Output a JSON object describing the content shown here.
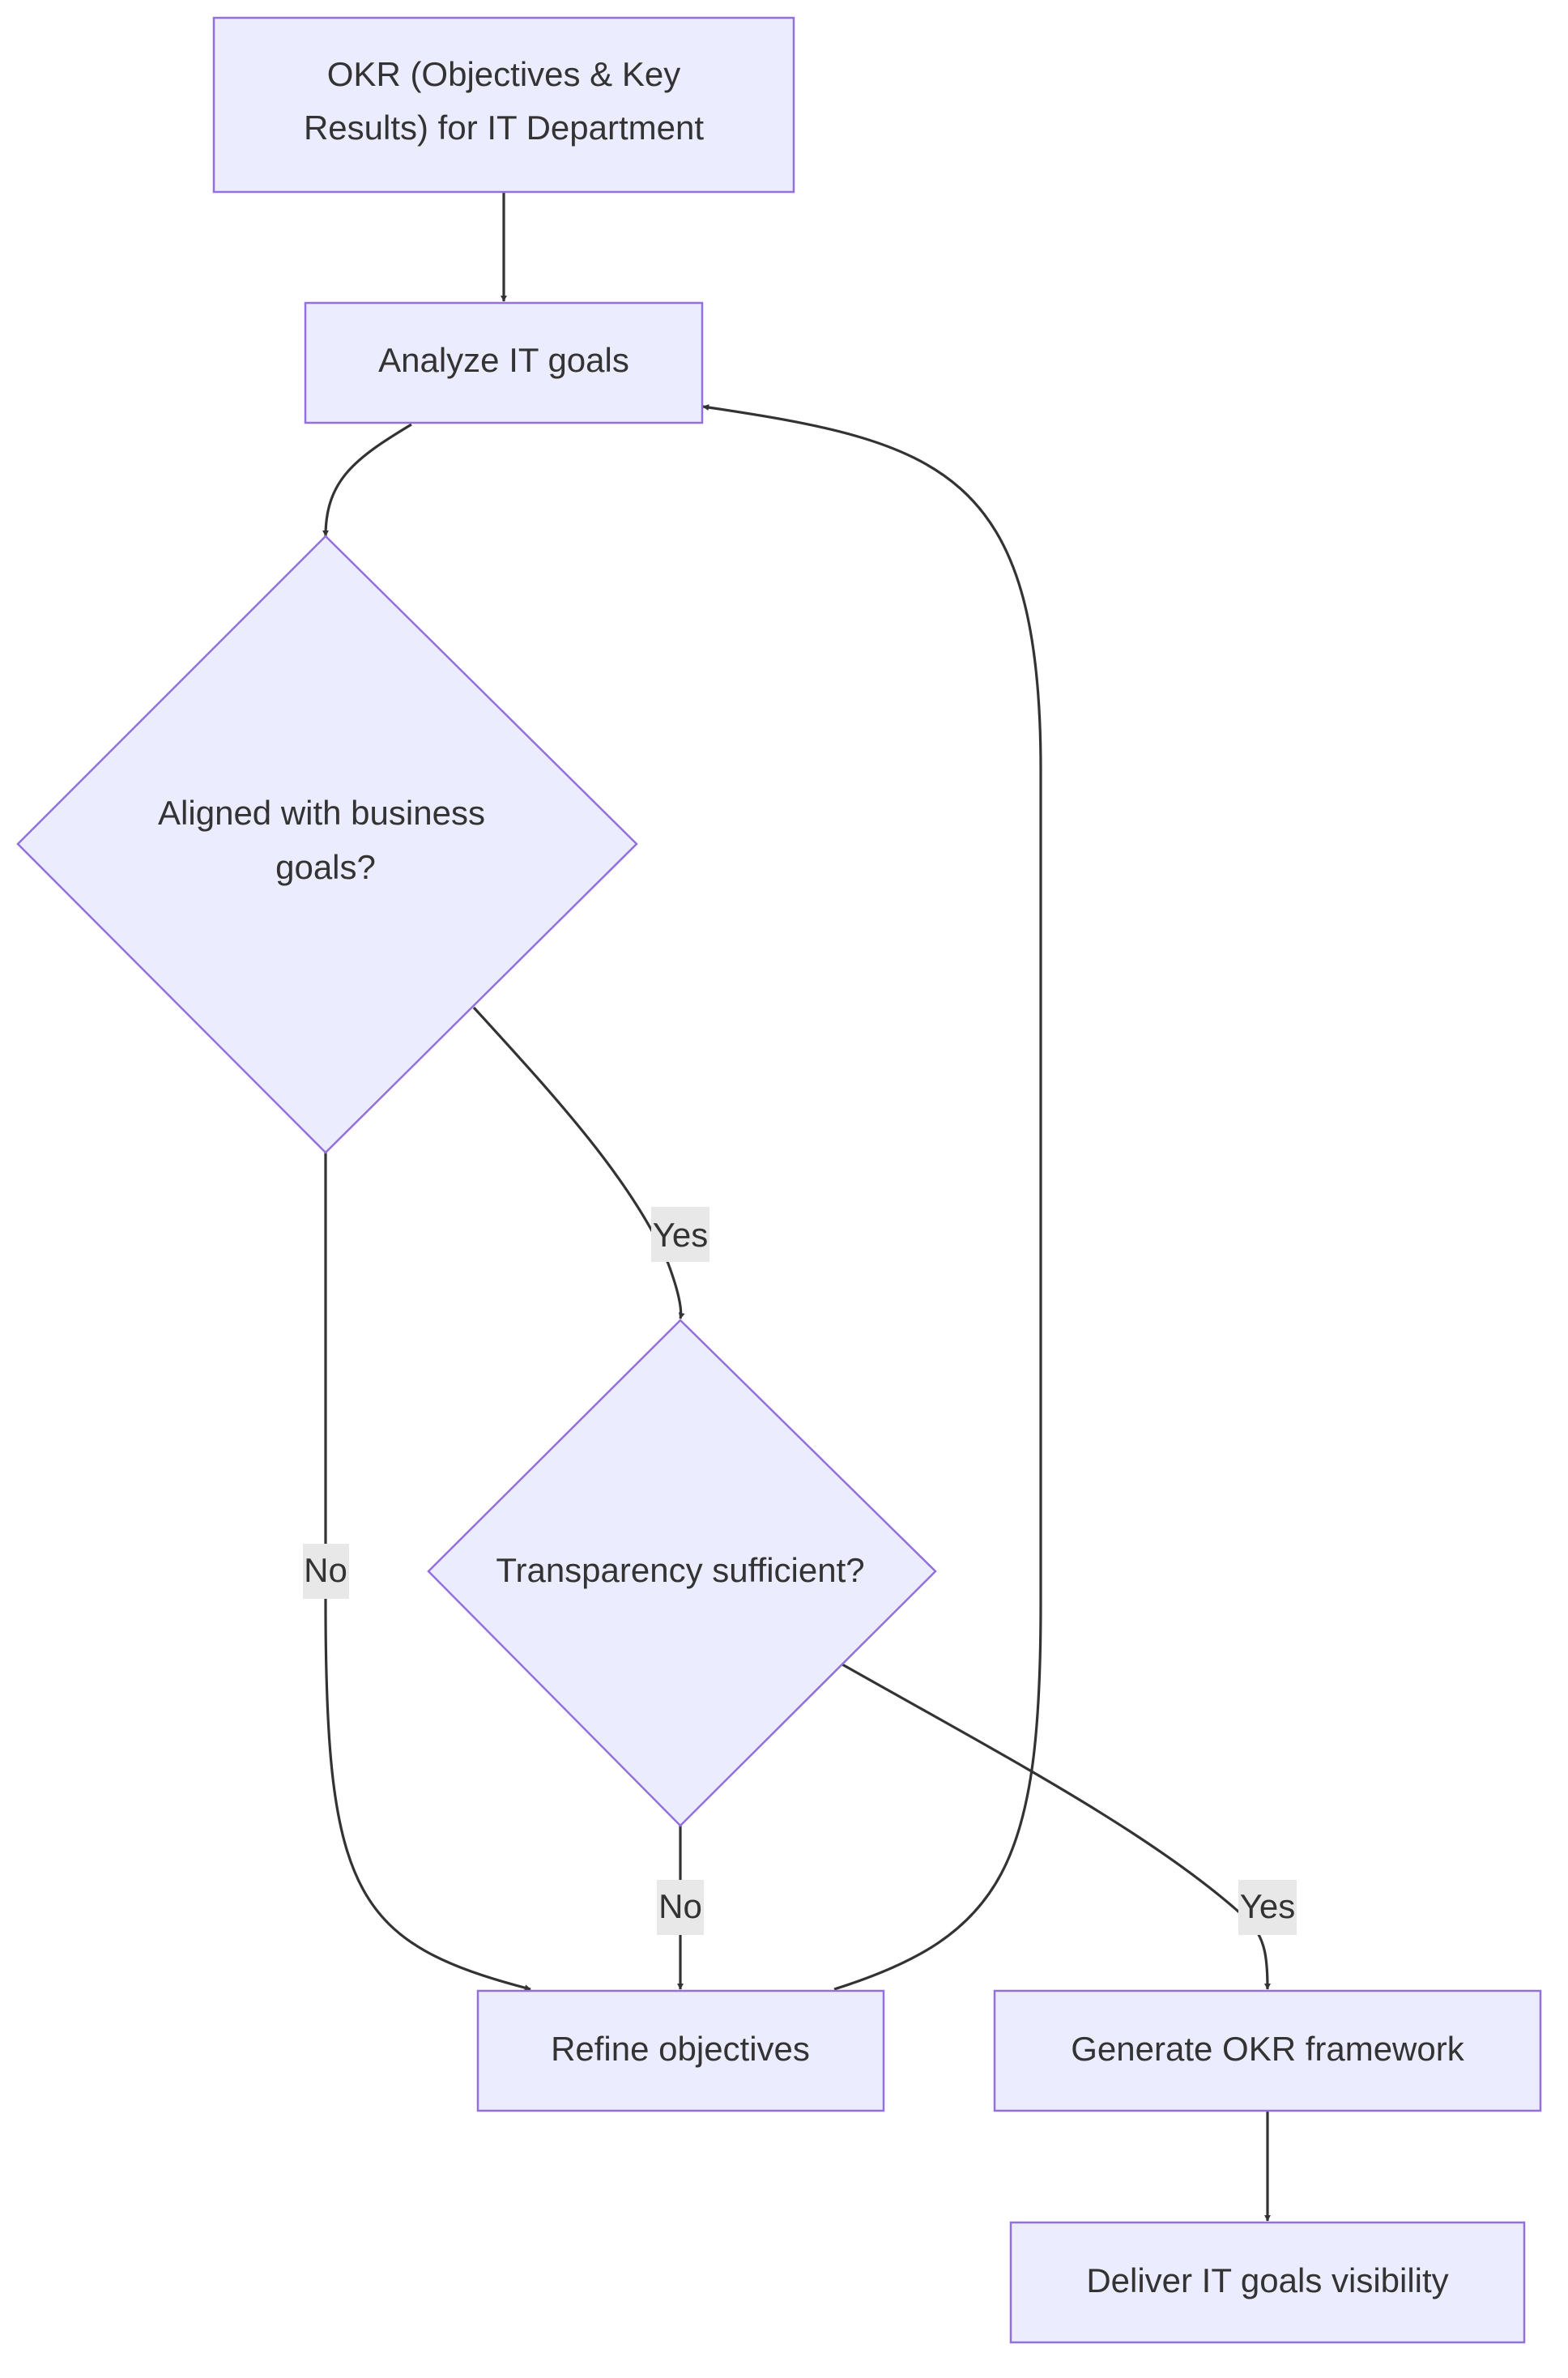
{
  "diagram": {
    "type": "flowchart",
    "colors": {
      "node_fill": "#ececff",
      "node_stroke": "#9370db",
      "edge": "#333333",
      "text": "#333333",
      "label_bg": "#e8e8e8"
    },
    "nodes": {
      "start": {
        "line1": "OKR (Objectives & Key",
        "line2": "Results) for IT Department"
      },
      "analyze": {
        "label": "Analyze IT goals"
      },
      "aligned": {
        "line1": "Aligned with business",
        "line2": "goals?"
      },
      "transparency": {
        "label": "Transparency sufficient?"
      },
      "refine": {
        "label": "Refine objectives"
      },
      "generate": {
        "label": "Generate OKR framework"
      },
      "deliver": {
        "label": "Deliver IT goals visibility"
      }
    },
    "edges": [
      {
        "from": "start",
        "to": "analyze",
        "label": ""
      },
      {
        "from": "analyze",
        "to": "aligned",
        "label": ""
      },
      {
        "from": "aligned",
        "to": "transparency",
        "label": "Yes"
      },
      {
        "from": "aligned",
        "to": "refine",
        "label": "No"
      },
      {
        "from": "transparency",
        "to": "refine",
        "label": "No"
      },
      {
        "from": "transparency",
        "to": "generate",
        "label": "Yes"
      },
      {
        "from": "refine",
        "to": "analyze",
        "label": ""
      },
      {
        "from": "generate",
        "to": "deliver",
        "label": ""
      }
    ],
    "edge_labels": {
      "aligned_yes": "Yes",
      "aligned_no": "No",
      "transparency_no": "No",
      "transparency_yes": "Yes"
    }
  }
}
